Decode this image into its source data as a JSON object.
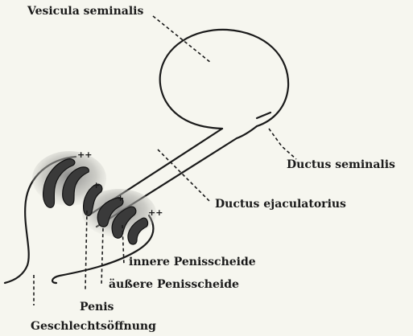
{
  "labels": {
    "vesicula": "Vesicula seminalis",
    "ductus_seminalis": "Ductus seminalis",
    "ductus_ejaculatorius": "Ductus ejaculatorius",
    "innere": "innere Penisscheide",
    "aeussere": "äußere Penisscheide",
    "penis": "Penis",
    "geschlechtsoeffnung": "Geschlechtsöffnung"
  },
  "marks": {
    "plus": "++",
    "single_plus": "+"
  },
  "colors": {
    "background": "#f6f6ef",
    "ink": "#1a1a1a",
    "gland": "#3a3a3a"
  }
}
